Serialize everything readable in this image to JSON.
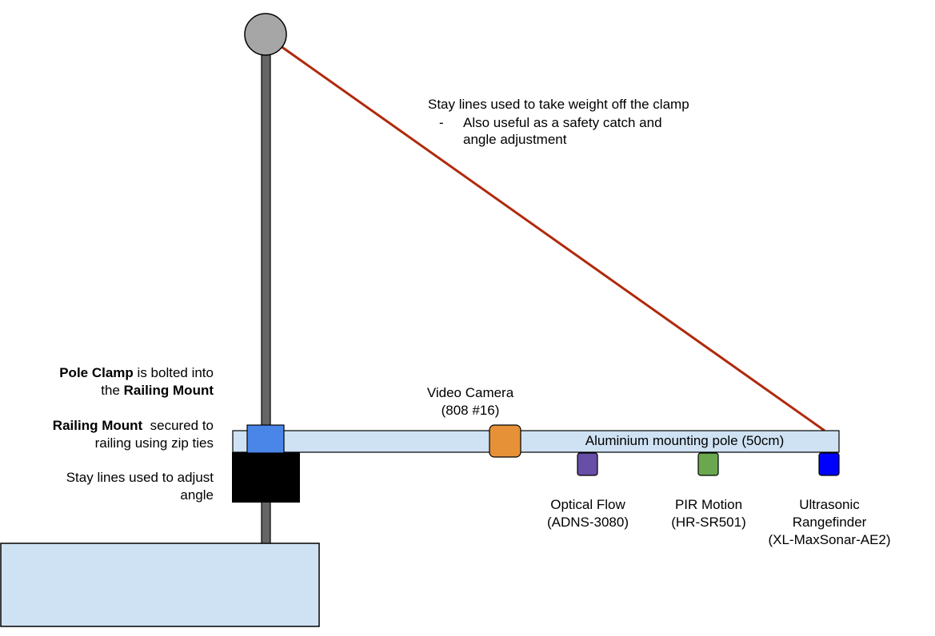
{
  "labels": {
    "stay_top_line1": "Stay lines used to take weight off the clamp",
    "stay_top_dash": "-",
    "stay_top_line2": "Also useful as a safety catch and",
    "stay_top_line3": "angle adjustment",
    "pole_clamp_bold": "Pole Clamp",
    "pole_clamp_rest": " is bolted into",
    "pole_clamp_line2_pre": "the ",
    "pole_clamp_line2_bold": "Railing Mount",
    "railing_mount_bold": "Railing Mount",
    "railing_mount_rest": "  secured to",
    "railing_mount_line2": "railing using zip ties",
    "stay_adjust_line1": "Stay lines used to adjust",
    "stay_adjust_line2": "angle",
    "video_camera_line1": "Video Camera",
    "video_camera_line2": "(808 #16)",
    "mounting_pole": "Aluminium mounting pole (50cm)",
    "optical_flow_line1": "Optical Flow",
    "optical_flow_line2": "(ADNS-3080)",
    "pir_line1": "PIR Motion",
    "pir_line2": "(HR-SR501)",
    "ultrasonic_line1": "Ultrasonic",
    "ultrasonic_line2": "Rangefinder",
    "ultrasonic_line3": "(XL-MaxSonar-AE2)"
  },
  "colors": {
    "pole": "#666666",
    "ball": "#a6a6a6",
    "stay_line": "#b02a0c",
    "mounting_pole": "#cfe2f3",
    "clamp": "#4a86e8",
    "railing_mount": "#000000",
    "base": "#cfe2f3",
    "camera": "#e69138",
    "optical_flow": "#674ea7",
    "pir": "#6aa84f",
    "ultrasonic": "#0000ff"
  }
}
